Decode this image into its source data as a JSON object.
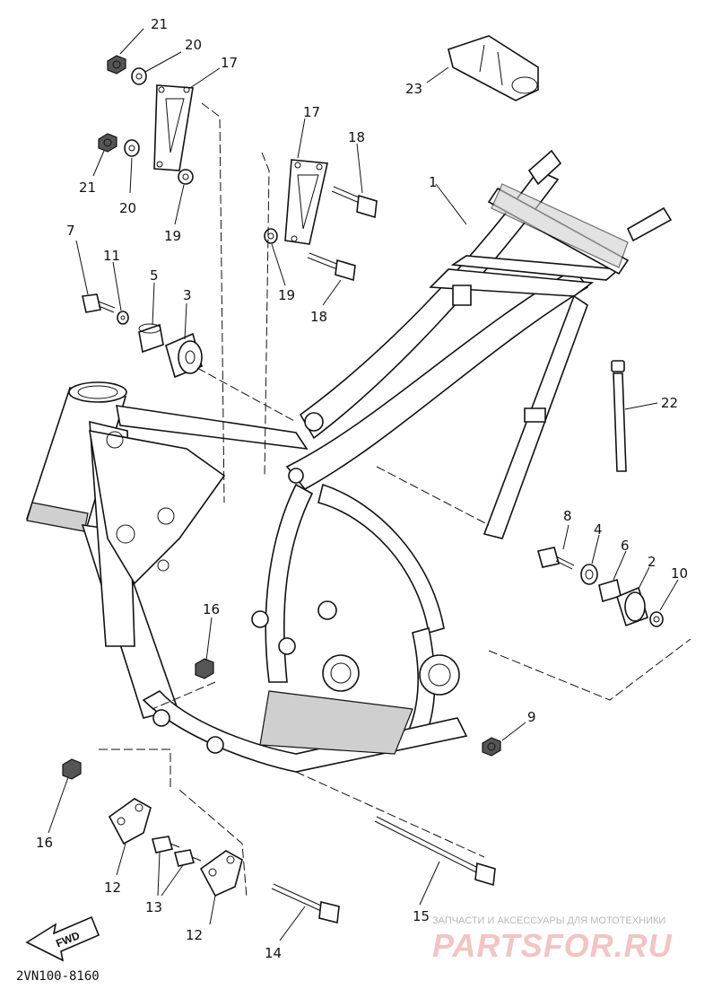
{
  "labels": {
    "p1": "1",
    "p2": "2",
    "p3": "3",
    "p4": "4",
    "p5": "5",
    "p6": "6",
    "p7": "7",
    "p8": "8",
    "p9": "9",
    "p10": "10",
    "p11": "11",
    "p12a": "12",
    "p12b": "12",
    "p13": "13",
    "p14": "14",
    "p15": "15",
    "p16a": "16",
    "p16b": "16",
    "p17a": "17",
    "p17b": "17",
    "p18a": "18",
    "p18b": "18",
    "p19a": "19",
    "p19b": "19",
    "p20a": "20",
    "p20b": "20",
    "p21a": "21",
    "p21b": "21",
    "p22": "22",
    "p23": "23"
  },
  "fwd_arrow": "FWD",
  "diagram_code": "2VN100-8160",
  "watermark": {
    "tagline": "ЗАПЧАСТИ И АКСЕССУАРЫ ДЛЯ МОТОТЕХНИКИ",
    "brand": "PARTSFOR.RU"
  }
}
